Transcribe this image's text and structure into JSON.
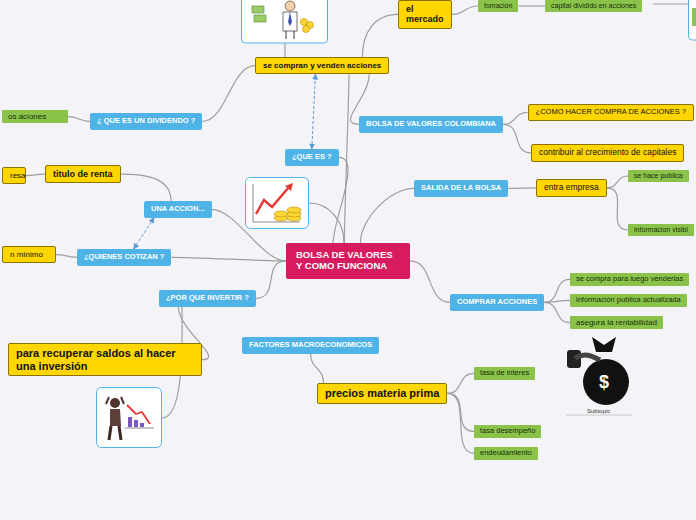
{
  "diagram": {
    "nodes": [
      {
        "text": [
          "BOLSA DE VALORES Y COMO FUNCIONA"
        ]
      },
      {
        "text": [
          "se compran y venden acciones"
        ]
      },
      {
        "text": [
          "el mercado"
        ]
      },
      {
        "text": [
          "fomación"
        ]
      },
      {
        "text": [
          "capital dividido en acciones"
        ]
      },
      {
        "text": [
          "¿ QUE ES UN DIVIDENDO ?"
        ]
      },
      {
        "text": [
          "os aciones"
        ]
      },
      {
        "text": [
          "BOLSA DE VALORES COLOMBIANA"
        ]
      },
      {
        "text": [
          "¿COMO HACER COMPRA DE ACCIONES ?"
        ]
      },
      {
        "text": [
          "contribuir al crecimiento de capitales"
        ]
      },
      {
        "text": [
          "¿QUE ES ?"
        ]
      },
      {
        "text": [
          "titulo de renta"
        ]
      },
      {
        "text": [
          "resa"
        ]
      },
      {
        "text": [
          "UNA ACCION..."
        ]
      },
      {
        "text": [
          "¿QUIENES COTIZAN ?"
        ]
      },
      {
        "text": [
          "n mínimo"
        ]
      },
      {
        "text": [
          "¿POR QUE INVERTIR ?"
        ]
      },
      {
        "text": [
          "para recuperar saldos al hacer una inversión"
        ]
      },
      {
        "text": [
          "SALIDA DE LA BOLSA"
        ]
      },
      {
        "text": [
          "entra empresa"
        ]
      },
      {
        "text": [
          "se hace publica"
        ]
      },
      {
        "text": [
          "informacion visibl"
        ]
      },
      {
        "text": [
          "COMPRAR ACCIONES"
        ]
      },
      {
        "text": [
          "se compra para luego venderlas"
        ]
      },
      {
        "text": [
          "información publica actualizada"
        ]
      },
      {
        "text": [
          "asegura la rentabilidad"
        ]
      },
      {
        "text": [
          "FACTORES MACROECONOMICOS"
        ]
      },
      {
        "text": [
          "precios materia prima"
        ]
      },
      {
        "text": [
          "tasa de interes"
        ]
      },
      {
        "text": [
          "tasa desempeño"
        ]
      },
      {
        "text": [
          "endeudamiento"
        ]
      }
    ],
    "edges": [
      {
        "from": 10,
        "to": 0,
        "arrow": "none"
      },
      {
        "from": 0,
        "to": 1,
        "arrow": "none"
      },
      {
        "from": 10,
        "to": 1,
        "arrow": "both"
      },
      {
        "from": 1,
        "to": 2,
        "arrow": "none"
      },
      {
        "from": 2,
        "to": 3,
        "arrow": "none"
      },
      {
        "from": 3,
        "to": 4,
        "arrow": "none"
      },
      {
        "from": 1,
        "to": 5,
        "arrow": "none"
      },
      {
        "from": 5,
        "to": 6,
        "arrow": "none"
      },
      {
        "from": 1,
        "to": 7,
        "arrow": "none"
      },
      {
        "from": 7,
        "to": 8,
        "arrow": "none"
      },
      {
        "from": 7,
        "to": 9,
        "arrow": "none"
      },
      {
        "from": 0,
        "to": 13,
        "arrow": "none"
      },
      {
        "from": 13,
        "to": 11,
        "arrow": "none"
      },
      {
        "from": 11,
        "to": 12,
        "arrow": "none"
      },
      {
        "from": 13,
        "to": 14,
        "arrow": "both"
      },
      {
        "from": 0,
        "to": 14,
        "arrow": "none"
      },
      {
        "from": 14,
        "to": 15,
        "arrow": "none"
      },
      {
        "from": 0,
        "to": 16,
        "arrow": "none"
      },
      {
        "from": 16,
        "to": 17,
        "arrow": "none"
      },
      {
        "from": 0,
        "to": 18,
        "arrow": "none"
      },
      {
        "from": 18,
        "to": 19,
        "arrow": "none"
      },
      {
        "from": 19,
        "to": 20,
        "arrow": "none"
      },
      {
        "from": 19,
        "to": 21,
        "arrow": "none"
      },
      {
        "from": 0,
        "to": 22,
        "arrow": "none"
      },
      {
        "from": 22,
        "to": 23,
        "arrow": "none"
      },
      {
        "from": 22,
        "to": 24,
        "arrow": "none"
      },
      {
        "from": 22,
        "to": 25,
        "arrow": "none"
      },
      {
        "from": 26,
        "to": 27,
        "arrow": "none"
      },
      {
        "from": 27,
        "to": 28,
        "arrow": "none"
      },
      {
        "from": 27,
        "to": 29,
        "arrow": "none"
      },
      {
        "from": 27,
        "to": 30,
        "arrow": "none"
      }
    ],
    "labels": [
      "Subtopic",
      "$"
    ]
  }
}
